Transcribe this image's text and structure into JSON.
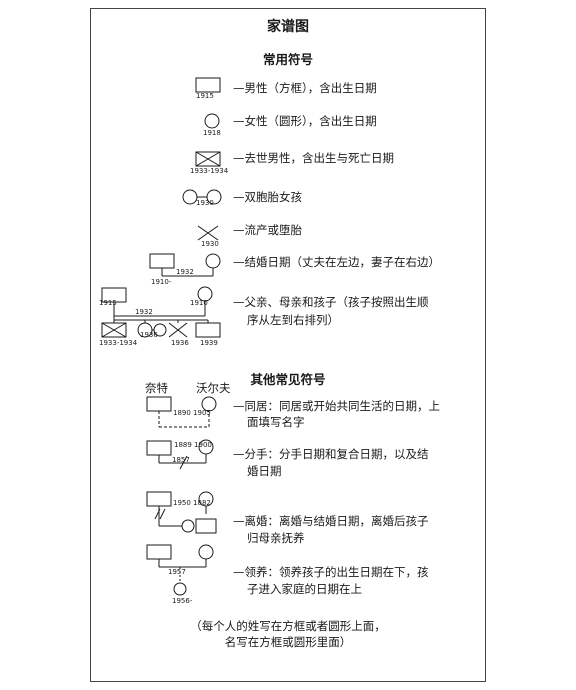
{
  "title": "家谱图",
  "common_section": {
    "heading": "常用符号",
    "items": [
      {
        "year": "1915",
        "label": "—男性（方框），含出生日期"
      },
      {
        "year": "1918",
        "label": "—女性（圆形），含出生日期"
      },
      {
        "year": "1933-1934",
        "label": "—去世男性，含出生与死亡日期"
      },
      {
        "year": "1930",
        "label": "—双胞胎女孩"
      },
      {
        "year": "1930",
        "label": "—流产或堕胎"
      },
      {
        "year_marriage": "1932",
        "year_man": "1910-",
        "label": "—结婚日期（丈夫在左边，妻子在右边）"
      },
      {
        "year_father": "1915",
        "year_mother": "1910",
        "year_marriage": "1932",
        "year_child1": "1933-1934",
        "year_child2": "1936",
        "year_child3": "1936",
        "year_child4": "1939",
        "label_line1": "—父亲、母亲和孩子（孩子按照出生顺",
        "label_line2": "序从左到右排列）"
      }
    ]
  },
  "other_section": {
    "heading": "其他常见符号",
    "items": [
      {
        "name_left": "奈特",
        "name_right": "沃尔夫",
        "year": "1890 1905",
        "label_line1": "—同居：同居或开始共同生活的日期，上",
        "label_line2": "面填写名字"
      },
      {
        "year_top": "1889 1900",
        "year_bottom": "1857",
        "label_line1": "—分手：分手日期和复合日期，以及结",
        "label_line2": "婚日期"
      },
      {
        "year": "1950 1882",
        "label_line1": "—离婚：离婚与结婚日期，离婚后孩子",
        "label_line2": "归母亲抚养"
      },
      {
        "year_adopt": "1957",
        "year_birth": "1956-",
        "label_line1": "—领养：领养孩子的出生日期在下，孩",
        "label_line2": "子进入家庭的日期在上"
      }
    ]
  },
  "footnote": {
    "line1": "（每个人的姓写在方框或者圆形上面，",
    "line2": "名写在方框或圆形里面）"
  }
}
